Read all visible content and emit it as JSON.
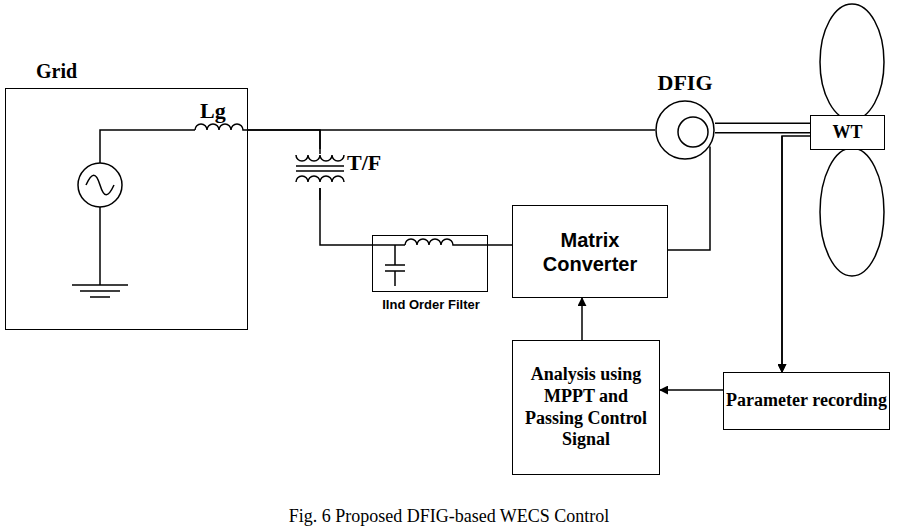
{
  "diagram": {
    "caption": "Fig.  6 Proposed DFIG-based WECS Control",
    "nodes": [
      {
        "text": [
          "Grid"
        ]
      },
      {
        "text": [
          "DFIG"
        ]
      },
      {
        "text": [
          "WT"
        ]
      },
      {
        "text": [
          "IInd Order Filter"
        ]
      },
      {
        "text": [
          "Matrix Converter"
        ]
      },
      {
        "text": [
          "Analysis using MPPT and Passing Control Signal"
        ]
      },
      {
        "text": [
          "Parameter recording"
        ]
      }
    ],
    "edges": [
      {
        "from": 0,
        "to": 1,
        "arrow": "none"
      },
      {
        "from": 0,
        "to": 3,
        "arrow": "none"
      },
      {
        "from": 3,
        "to": 4,
        "arrow": "none"
      },
      {
        "from": 4,
        "to": 1,
        "arrow": "none"
      },
      {
        "from": 1,
        "to": 2,
        "arrow": "none"
      },
      {
        "from": 2,
        "to": 6,
        "arrow": "to"
      },
      {
        "from": 6,
        "to": 5,
        "arrow": "to"
      },
      {
        "from": 5,
        "to": 4,
        "arrow": "to"
      }
    ],
    "labels": [
      "Lg",
      "T/F"
    ]
  }
}
